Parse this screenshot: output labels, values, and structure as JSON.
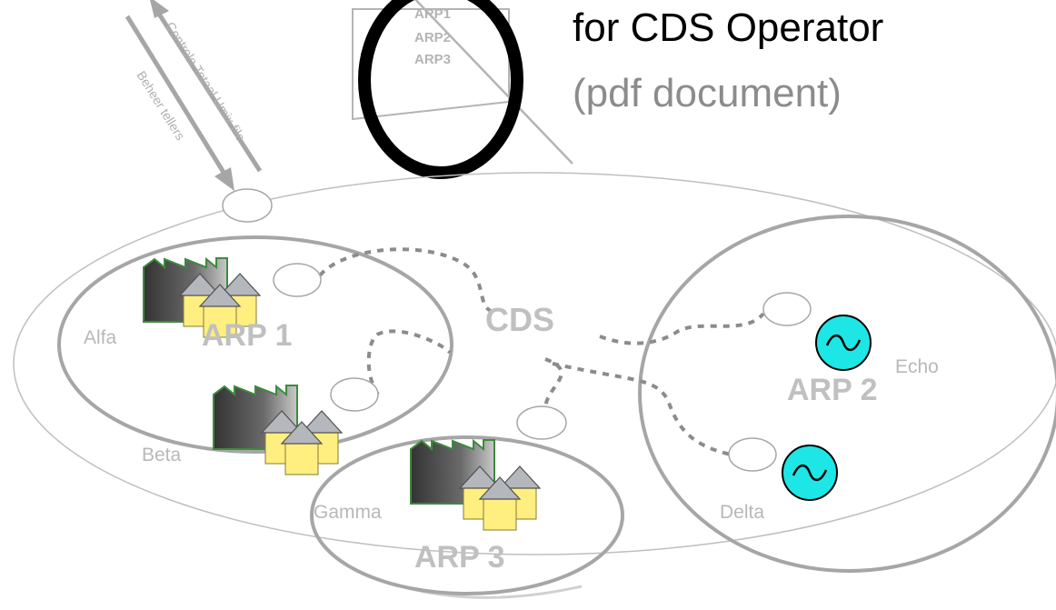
{
  "title": {
    "line1": "for CDS Operator",
    "line2": "(pdf document)"
  },
  "document_lines": [
    "ARP1",
    "ARP2",
    "ARP3"
  ],
  "arrow_labels": {
    "up": "Controle Totaal Umix file",
    "down": "Beheer tellers"
  },
  "center_label": "CDS",
  "groups": [
    {
      "id": "arp1",
      "label": "ARP 1",
      "members": [
        "Alfa",
        "Beta"
      ]
    },
    {
      "id": "arp2",
      "label": "ARP 2",
      "members": [
        "Echo",
        "Delta"
      ]
    },
    {
      "id": "arp3",
      "label": "ARP 3",
      "members": [
        "Gamma"
      ]
    }
  ],
  "colors": {
    "title_black": "#000000",
    "title_gray": "#8c8c8c",
    "outline": "#a6a6a6",
    "outline_light": "#bfbfbf",
    "label": "#c0c0c0",
    "factory_dark": "#3c3c3c",
    "factory_edge": "#3d8a3d",
    "house_fill": "#ffee80",
    "house_roof": "#b4b8bc",
    "generator": "#1ee6e6"
  },
  "icons": [
    "factory-icon",
    "houses-icon",
    "generator-icon",
    "document-icon"
  ]
}
